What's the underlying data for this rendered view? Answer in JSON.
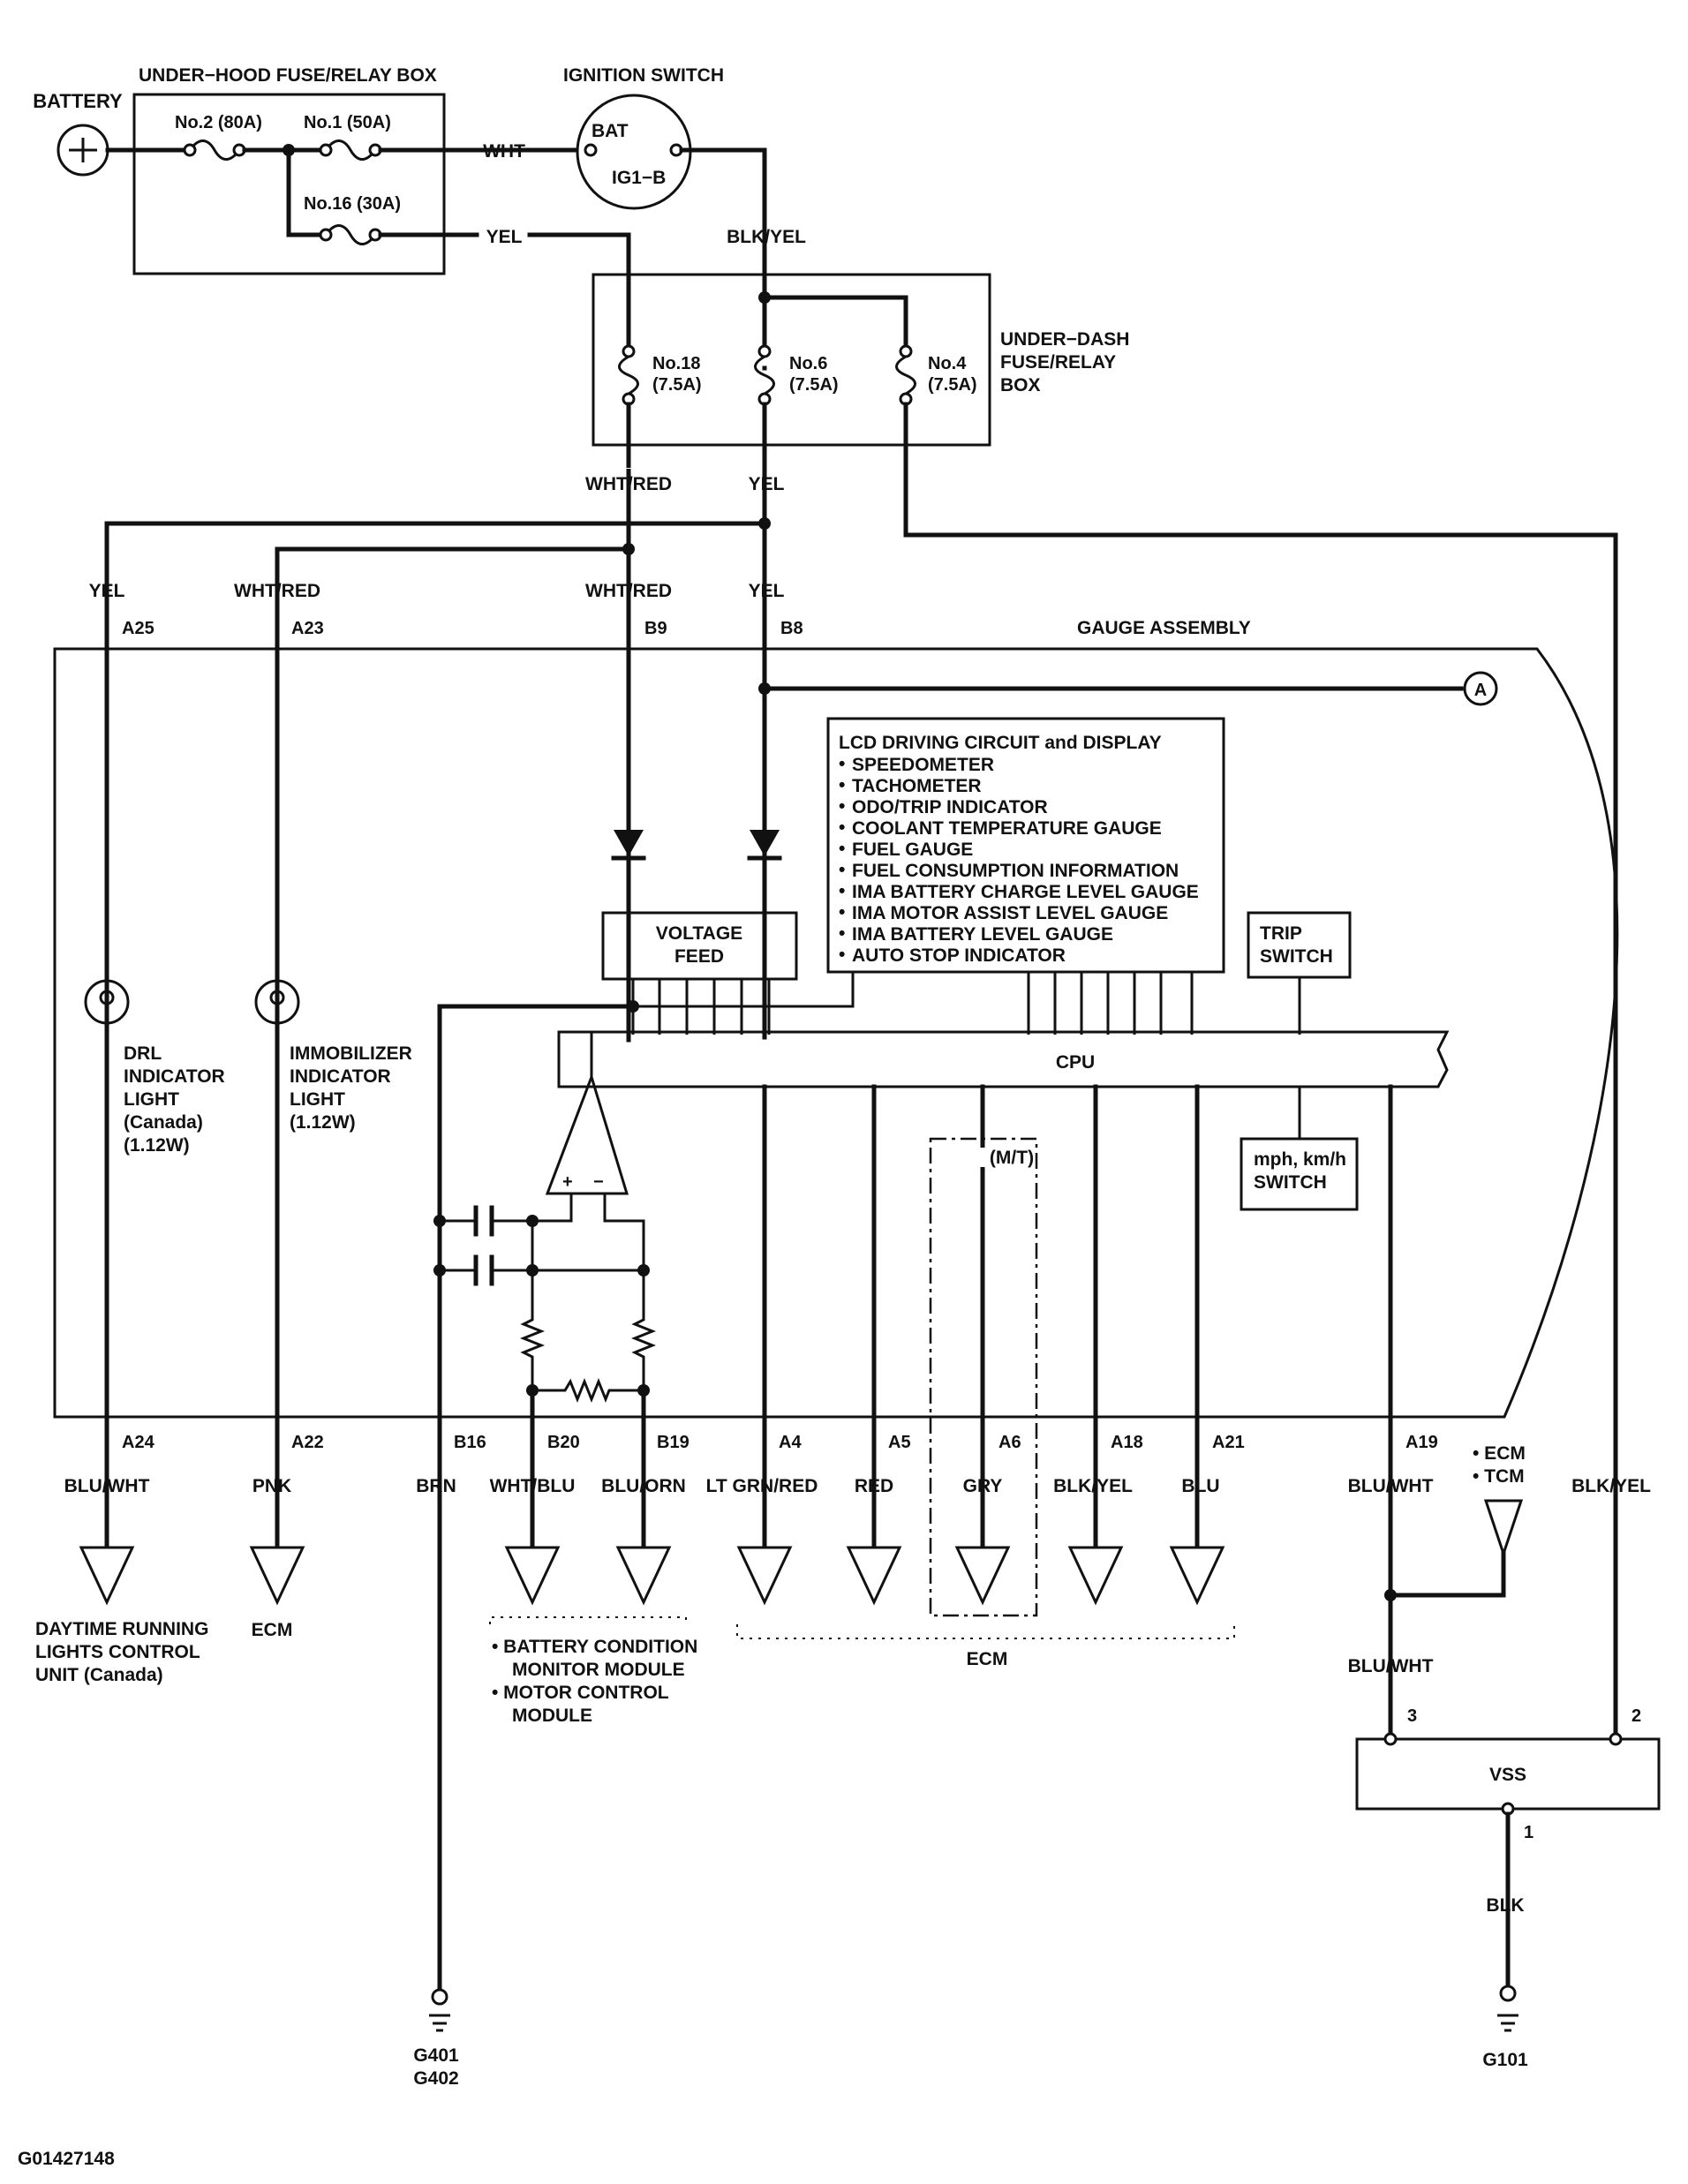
{
  "battery": {
    "label": "BATTERY"
  },
  "under_hood_box": {
    "title": "UNDER−HOOD FUSE/RELAY BOX",
    "fuses": [
      {
        "name": "No.2 (80A)"
      },
      {
        "name": "No.1 (50A)"
      },
      {
        "name": "No.16 (30A)"
      }
    ]
  },
  "ignition_switch": {
    "title": "IGNITION SWITCH",
    "bat": "BAT",
    "ig1b": "IG1−B"
  },
  "under_dash_box": {
    "title_lines": [
      "UNDER−DASH",
      "FUSE/RELAY",
      "BOX"
    ],
    "fuses": [
      {
        "name": "No.18",
        "rating": "(7.5A)"
      },
      {
        "name": "No.6",
        "rating": "(7.5A)"
      },
      {
        "name": "No.4",
        "rating": "(7.5A)"
      }
    ]
  },
  "wires": {
    "wht": "WHT",
    "yel_top": "YEL",
    "blk_yel_top": "BLK/YEL",
    "wht_red_fuse": "WHT/RED",
    "yel_fuse": "YEL",
    "yel_a25": "YEL",
    "wht_red_a23": "WHT/RED",
    "wht_red_b9": "WHT/RED",
    "yel_b8": "YEL",
    "blu_wht_vss": "BLU/WHT",
    "blk": "BLK"
  },
  "gauge_assembly": {
    "title": "GAUGE ASSEMBLY",
    "connector_a": "A",
    "top_pins": [
      "A25",
      "A23",
      "B9",
      "B8"
    ],
    "lcd_title": "LCD DRIVING CIRCUIT and DISPLAY",
    "lcd_items": [
      "SPEEDOMETER",
      "TACHOMETER",
      "ODO/TRIP INDICATOR",
      "COOLANT TEMPERATURE GAUGE",
      "FUEL GAUGE",
      "FUEL CONSUMPTION INFORMATION",
      "IMA BATTERY CHARGE LEVEL GAUGE",
      "IMA MOTOR ASSIST LEVEL GAUGE",
      "IMA BATTERY LEVEL GAUGE",
      "AUTO STOP INDICATOR"
    ],
    "voltage_feed": [
      "VOLTAGE",
      "FEED"
    ],
    "trip_switch": [
      "TRIP",
      "SWITCH"
    ],
    "cpu": "CPU",
    "mph_switch": [
      "mph, km/h",
      "SWITCH"
    ],
    "mt_note": "(M/T)",
    "drl_light": [
      "DRL",
      "INDICATOR",
      "LIGHT",
      "(Canada)",
      "(1.12W)"
    ],
    "immobilizer_light": [
      "IMMOBILIZER",
      "INDICATOR",
      "LIGHT",
      "(1.12W)"
    ]
  },
  "bottom_terminals": [
    {
      "pin": "A24",
      "wire": "BLU/WHT"
    },
    {
      "pin": "A22",
      "wire": "PNK"
    },
    {
      "pin": "B16",
      "wire": "BRN"
    },
    {
      "pin": "B20",
      "wire": "WHT/BLU"
    },
    {
      "pin": "B19",
      "wire": "BLU/ORN"
    },
    {
      "pin": "A4",
      "wire": "LT GRN/RED"
    },
    {
      "pin": "A5",
      "wire": "RED"
    },
    {
      "pin": "A6",
      "wire": "GRY"
    },
    {
      "pin": "A18",
      "wire": "BLK/YEL"
    },
    {
      "pin": "A21",
      "wire": "BLU"
    },
    {
      "pin": "A19",
      "wire": "BLU/WHT"
    },
    {
      "pin": "",
      "wire": "BLK/YEL"
    }
  ],
  "destinations": {
    "drl_unit": [
      "DAYTIME RUNNING",
      "LIGHTS CONTROL",
      "UNIT (Canada)"
    ],
    "ecm": "ECM",
    "battery_modules": [
      "•  BATTERY CONDITION",
      "MONITOR MODULE",
      "•  MOTOR CONTROL",
      "MODULE"
    ],
    "ecm_group": "ECM",
    "ecm_tcm": [
      "• ECM",
      "• TCM"
    ]
  },
  "vss": {
    "label": "VSS",
    "pins": [
      "3",
      "2",
      "1"
    ]
  },
  "grounds": {
    "left": [
      "G401",
      "G402"
    ],
    "right": [
      "G101"
    ]
  },
  "figure_id": "G01427148"
}
